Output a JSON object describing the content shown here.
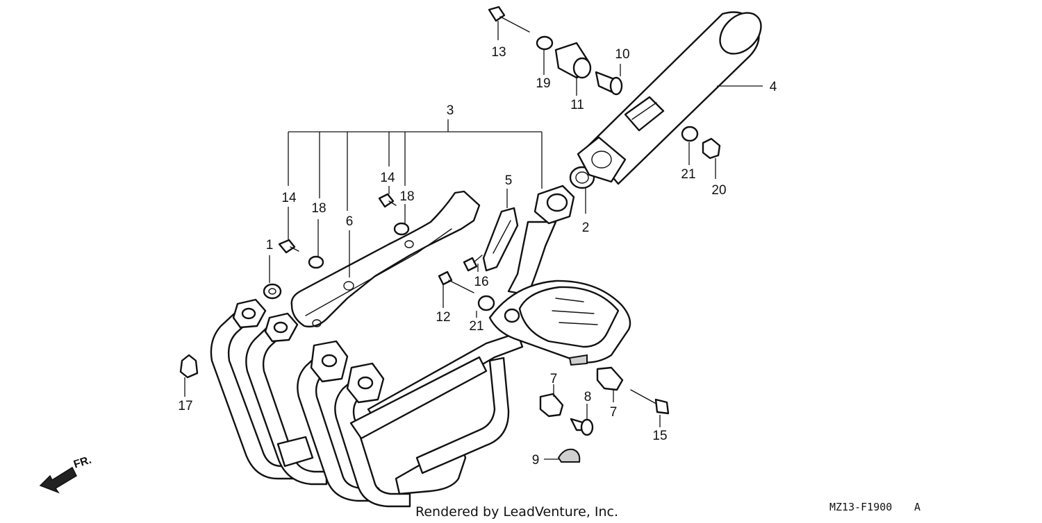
{
  "diagram": {
    "callouts": {
      "p1": "1",
      "p2": "2",
      "p3": "3",
      "p4": "4",
      "p5": "5",
      "p6": "6",
      "p7a": "7",
      "p7b": "7",
      "p8": "8",
      "p9": "9",
      "p10": "10",
      "p11": "11",
      "p12": "12",
      "p13": "13",
      "p14a": "14",
      "p14b": "14",
      "p15": "15",
      "p16": "16",
      "p17": "17",
      "p18a": "18",
      "p18b": "18",
      "p19": "19",
      "p20": "20",
      "p21a": "21",
      "p21b": "21"
    },
    "direction_label": "FR.",
    "credit": "Rendered by LeadVenture, Inc.",
    "figure_code": "MZ13-F1900",
    "figure_suffix": "A"
  }
}
